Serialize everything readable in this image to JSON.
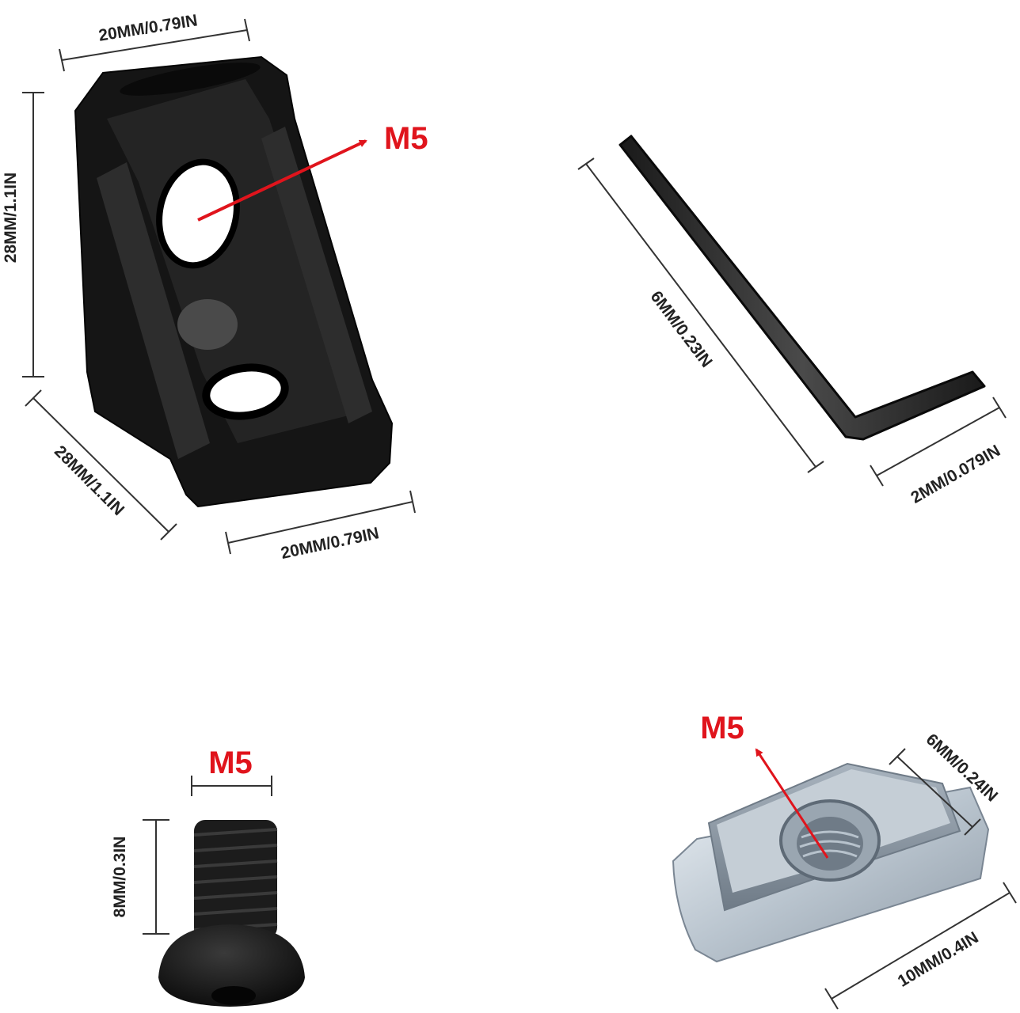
{
  "colors": {
    "accent_red": "#e0141c",
    "dim_line": "#333333",
    "dim_text": "#222222",
    "black_part": "#141414",
    "zinc_part": "#c9d3dc"
  },
  "bracket": {
    "width_top": "20MM/0.79IN",
    "height": "28MM/1.1IN",
    "depth": "28MM/1.1IN",
    "width_bottom": "20MM/0.79IN",
    "thread": "M5"
  },
  "hex_key": {
    "long_arm": "6MM/0.23IN",
    "size": "2MM/0.079IN"
  },
  "screw": {
    "thread": "M5",
    "length": "8MM/0.3IN"
  },
  "t_nut": {
    "thread": "M5",
    "width": "6MM/0.24IN",
    "length": "10MM/0.4IN"
  }
}
